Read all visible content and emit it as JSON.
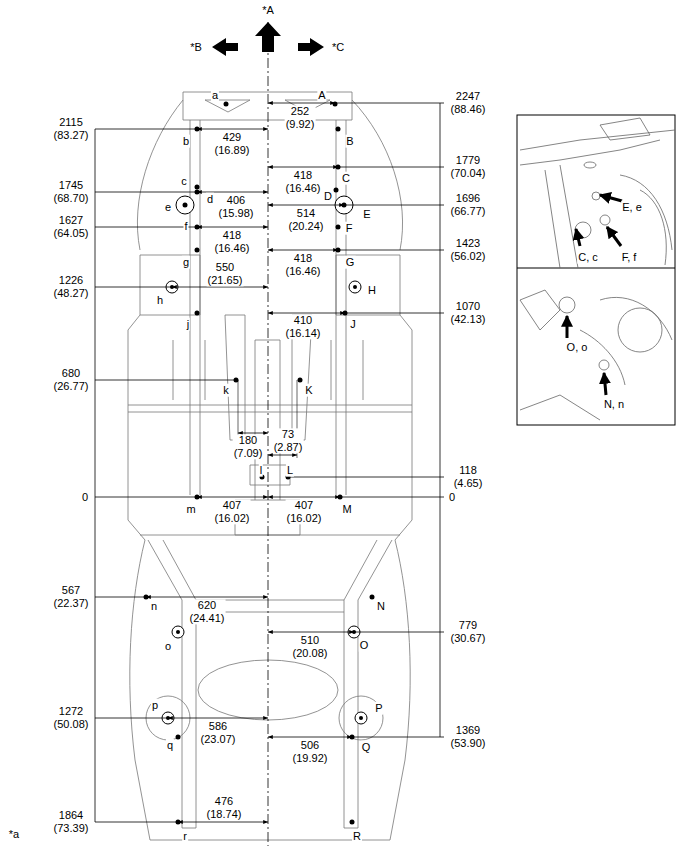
{
  "diagram": {
    "labels": [
      "*A",
      "*B",
      "*C",
      "a",
      "A",
      "2247 (88.46)",
      "252 (9.92)",
      "2115 (83.27)",
      "429 (16.89)",
      "b",
      "B",
      "418 (16.46)",
      "C",
      "1779 (70.04)",
      "1745 (68.70)",
      "c",
      "406 (15.98)",
      "d",
      "D",
      "e",
      "E",
      "514 (20.24)",
      "1696 (66.77)",
      "1627 (64.05)",
      "f",
      "F",
      "418 (16.46)",
      "418 (16.46)",
      "1423 (56.02)",
      "g",
      "G",
      "1226 (48.27)",
      "550 (21.65)",
      "h",
      "H",
      "410 (16.14)",
      "1070 (42.13)",
      "j",
      "J",
      "680 (26.77)",
      "k",
      "K",
      "180 (7.09)",
      "73 (2.87)",
      "l",
      "L",
      "118 (4.65)",
      "0",
      "0",
      "407 (16.02)",
      "407 (16.02)",
      "m",
      "M",
      "567 (22.37)",
      "620 (24.41)",
      "n",
      "N",
      "510 (20.08)",
      "779 (30.67)",
      "o",
      "O",
      "1272 (50.08)",
      "586 (23.07)",
      "p",
      "P",
      "506 (19.92)",
      "1369 (53.90)",
      "q",
      "Q",
      "1864 (73.39)",
      "476 (18.74)",
      "r",
      "R",
      "*a",
      "E, e",
      "C, c",
      "F, f",
      "O, o",
      "N, n"
    ]
  }
}
